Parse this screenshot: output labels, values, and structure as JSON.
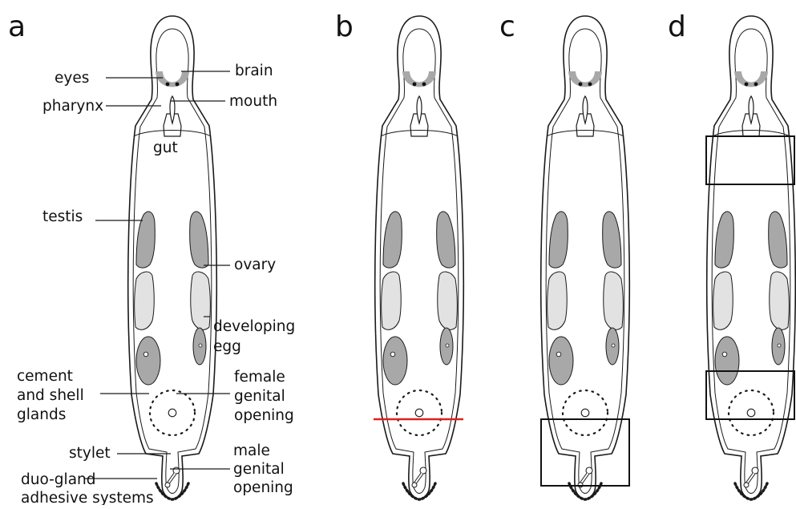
{
  "panels": [
    {
      "letter": "a",
      "marker": "none"
    },
    {
      "letter": "b",
      "marker": "red-cut-line"
    },
    {
      "letter": "c",
      "marker": "posterior-box"
    },
    {
      "letter": "d",
      "marker": "anterior-and-posterior-boxes"
    }
  ],
  "labels": {
    "eyes": [
      "eyes"
    ],
    "brain": [
      "brain"
    ],
    "pharynx": [
      "pharynx"
    ],
    "mouth": [
      "mouth"
    ],
    "gut": [
      "gut"
    ],
    "testis": [
      "testis"
    ],
    "ovary": [
      "ovary"
    ],
    "developing_egg": [
      "developing",
      "egg"
    ],
    "cement_glands": [
      "cement",
      "and shell",
      "glands"
    ],
    "female_opening": [
      "female",
      "genital",
      "opening"
    ],
    "stylet": [
      "stylet"
    ],
    "male_opening": [
      "male",
      "genital",
      "opening"
    ],
    "adhesive": [
      "duo-gland",
      "adhesive systems"
    ]
  },
  "colors": {
    "outline": "#1a1a1a",
    "organ_dark": "#a8a8a8",
    "organ_light": "#e2e2e2",
    "cut_line": "#e02020"
  }
}
